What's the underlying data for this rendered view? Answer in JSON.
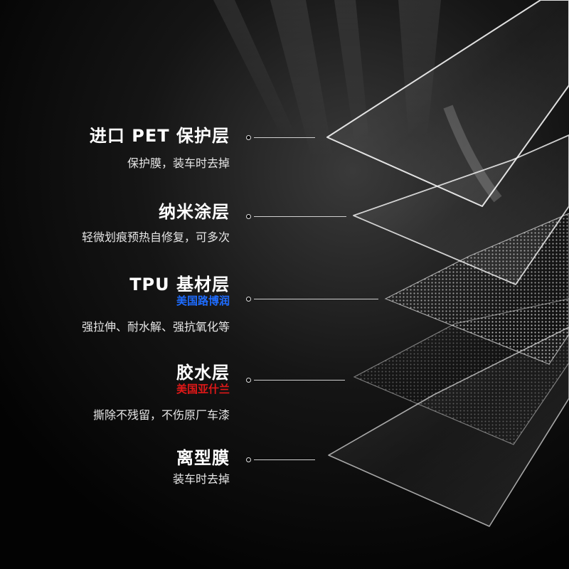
{
  "layers": [
    {
      "title": "进口 PET 保护层",
      "brand": "",
      "description": "保护膜，装车时去掉"
    },
    {
      "title": "纳米涂层",
      "brand": "",
      "description": "轻微划痕预热自修复，可多次"
    },
    {
      "title": "TPU 基材层",
      "brand": "美国路博润",
      "brand_color": "#1e6cff",
      "description": "强拉伸、耐水解、强抗氧化等"
    },
    {
      "title": "胶水层",
      "brand": "美国亚什兰",
      "brand_color": "#e01818",
      "description": "撕除不残留，不伤原厂车漆"
    },
    {
      "title": "离型膜",
      "brand": "",
      "description": "装车时去掉"
    }
  ]
}
